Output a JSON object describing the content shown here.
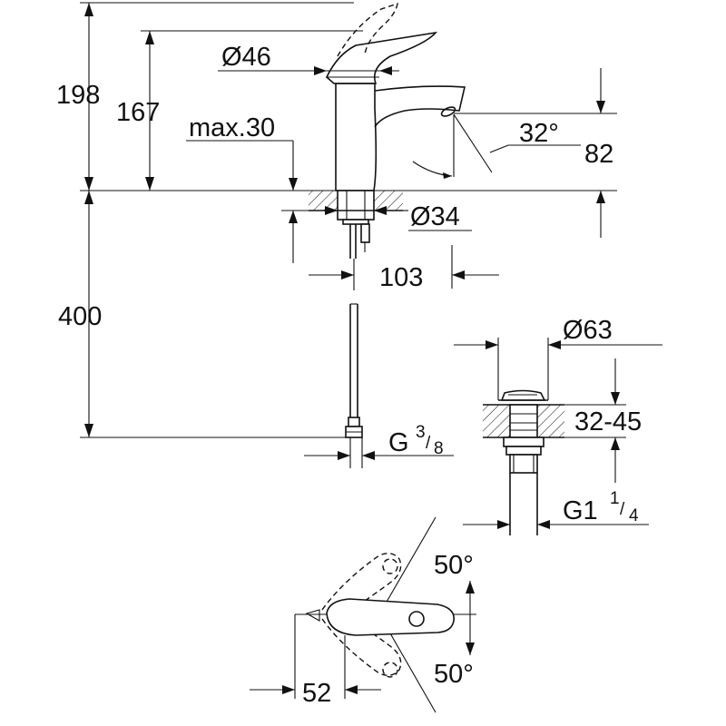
{
  "dimensions": {
    "overall_height": "198",
    "spout_height": "167",
    "handle_diameter": "Ø46",
    "max_deck_thickness": "max.30",
    "spout_angle": "32°",
    "spout_reach": "82",
    "base_diameter": "Ø34",
    "hole_offset": "103",
    "hose_length": "400",
    "hose_thread_main": "G",
    "hose_thread_num": "3",
    "hose_thread_den": "8",
    "waste_diameter": "Ø63",
    "waste_thickness_range": "32-45",
    "waste_thread_main": "G1",
    "waste_thread_num": "1",
    "waste_thread_den": "4",
    "lever_angle_top": "50°",
    "lever_angle_bottom": "50°",
    "lever_length": "52"
  }
}
